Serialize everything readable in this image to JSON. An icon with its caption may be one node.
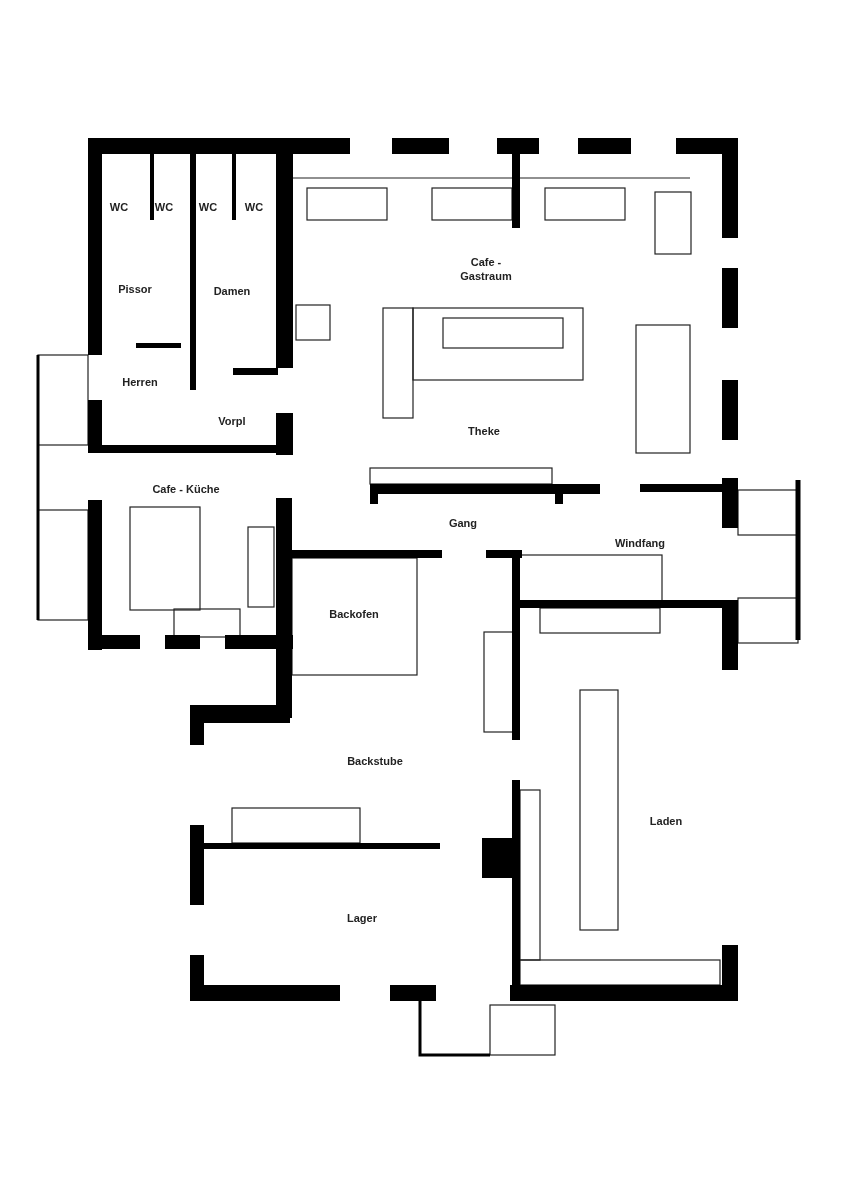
{
  "diagram": {
    "labels": [
      "WC",
      "WC",
      "WC",
      "WC",
      "Pissor",
      "Damen",
      "Herren",
      "Vorpl",
      "Cafe - Küche",
      "Cafe - Gastraum",
      "Theke",
      "Gang",
      "Windfang",
      "Backofen",
      "Backstube",
      "Laden",
      "Lager"
    ]
  }
}
